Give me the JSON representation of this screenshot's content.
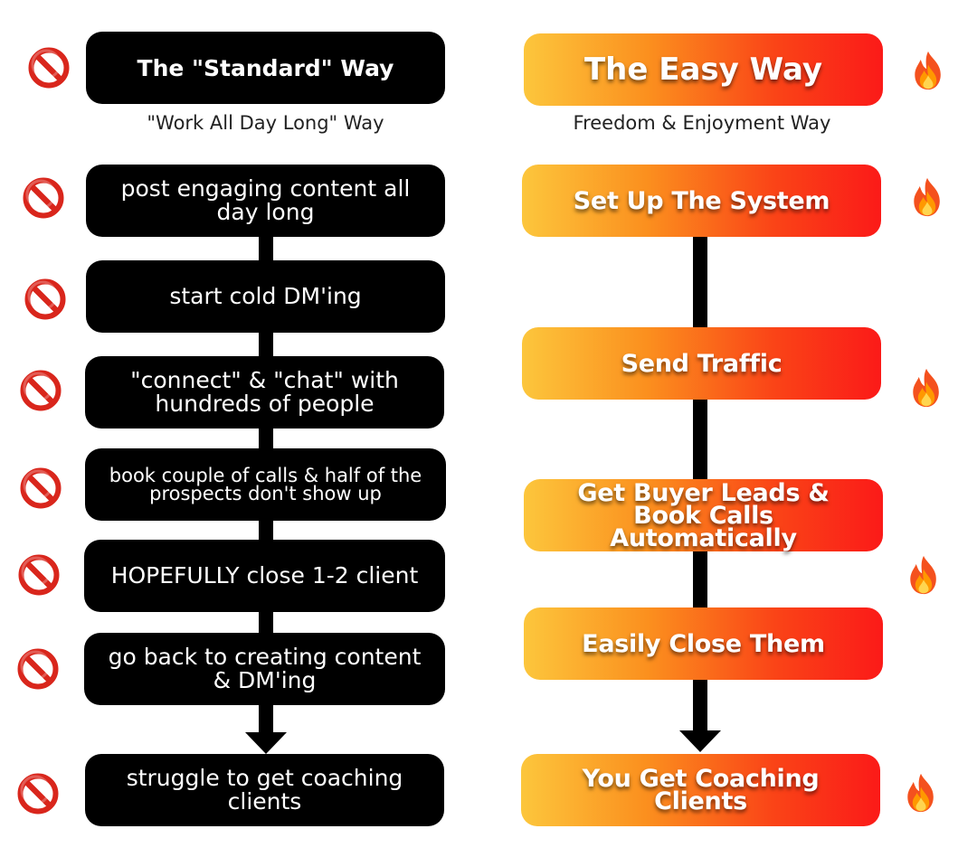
{
  "left": {
    "title": "The \"Standard\" Way",
    "subtitle": "\"Work All Day Long\" Way",
    "steps": [
      "post engaging content all day long",
      "start cold DM'ing",
      "\"connect\" & \"chat\" with hundreds of people",
      "book couple of calls & half of the prospects don't show up",
      "HOPEFULLY close 1-2 client",
      "go back to creating content & DM'ing"
    ],
    "result": "struggle to get coaching clients",
    "icon": "prohibited-icon"
  },
  "right": {
    "title": "The Easy Way",
    "subtitle": "Freedom & Enjoyment Way",
    "steps": [
      "Set Up The System",
      "Send Traffic",
      "Get Buyer Leads & Book Calls Automatically",
      "Easily Close Them"
    ],
    "result": "You Get Coaching Clients",
    "icon": "fire-icon"
  },
  "colors": {
    "black_box": "#000000",
    "gradient_start": "#fcc63c",
    "gradient_end": "#fb1a18"
  }
}
